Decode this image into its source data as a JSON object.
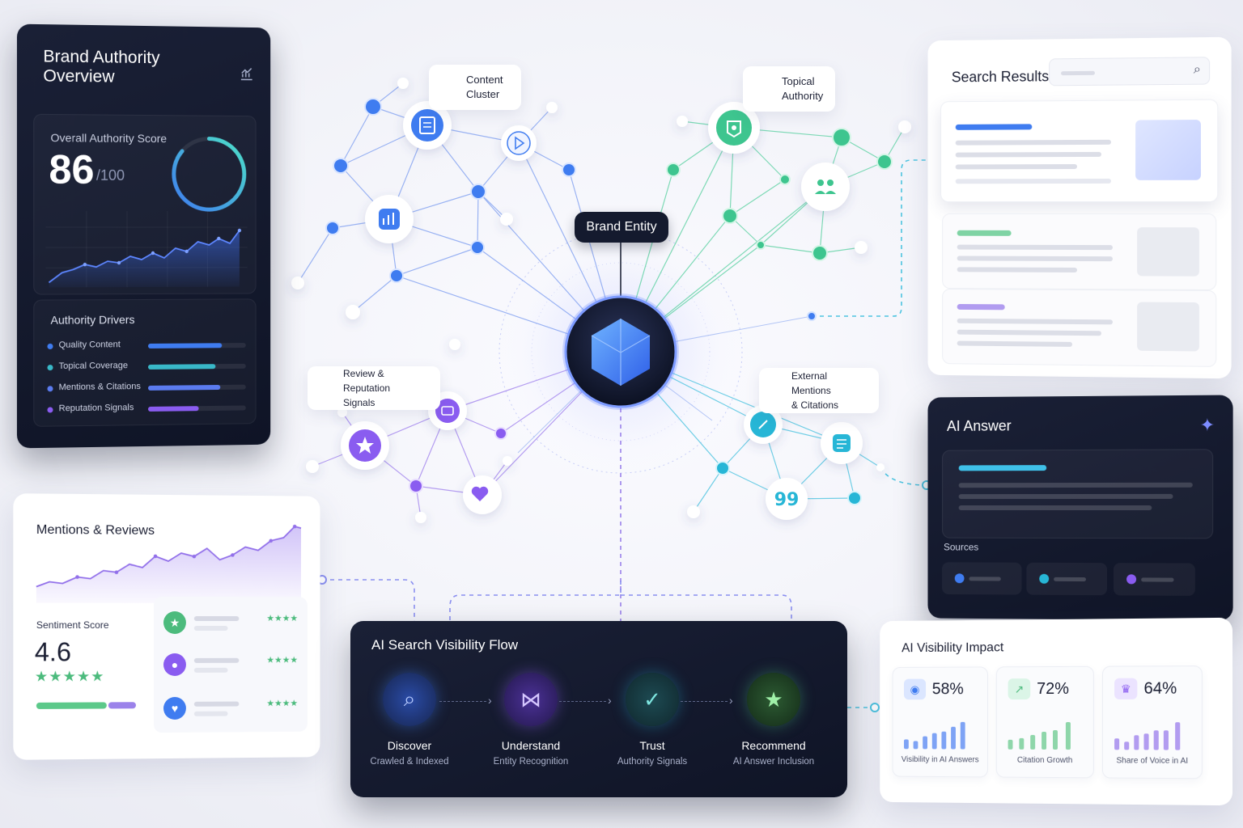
{
  "center": {
    "label": "Brand Entity"
  },
  "clusters": {
    "content": "Content\nCluster",
    "topical": "Topical\nAuthority",
    "review": "Review & Reputation\nSignals",
    "external": "External Mentions\n& Citations"
  },
  "brand_authority": {
    "title": "Brand Authority Overview",
    "score_label": "Overall Authority Score",
    "score": "86",
    "score_max": "/100",
    "score_fraction": 0.86,
    "drivers_title": "Authority Drivers",
    "drivers": [
      {
        "label": "Quality Content",
        "level": 0.75,
        "color": "#3f7cf0"
      },
      {
        "label": "Topical Coverage",
        "level": 0.69,
        "color": "#39b8c8"
      },
      {
        "label": "Mentions & Citations",
        "level": 0.74,
        "color": "#5b7bef"
      },
      {
        "label": "Reputation Signals",
        "level": 0.52,
        "color": "#8a5cf0"
      }
    ]
  },
  "mentions": {
    "title": "Mentions & Reviews",
    "sentiment_label": "Sentiment Score",
    "sentiment_value": "4.6",
    "stars": "★★★★★",
    "review_stars": "★★★★"
  },
  "search": {
    "title": "Search Results"
  },
  "ai_answer": {
    "title": "AI Answer",
    "sources_label": "Sources"
  },
  "flow": {
    "title": "AI Search Visibility Flow",
    "steps": [
      {
        "name": "Discover",
        "sub": "Crawled & Indexed"
      },
      {
        "name": "Understand",
        "sub": "Entity Recognition"
      },
      {
        "name": "Trust",
        "sub": "Authority Signals"
      },
      {
        "name": "Recommend",
        "sub": "AI Answer Inclusion"
      }
    ]
  },
  "impact": {
    "title": "AI Visibility Impact",
    "metrics": [
      {
        "value": "58%",
        "label": "Visibility in AI Answers",
        "color": "#3f7cf0"
      },
      {
        "value": "72%",
        "label": "Citation Growth",
        "color": "#4cbb7d"
      },
      {
        "value": "64%",
        "label": "Share of Voice in AI",
        "color": "#8a5cf0"
      }
    ]
  },
  "colors": {
    "blue": "#3f7cf0",
    "green": "#3ec58f",
    "purple": "#8a5cf0",
    "cyan": "#27b6d6",
    "dark": "#141a2e"
  }
}
